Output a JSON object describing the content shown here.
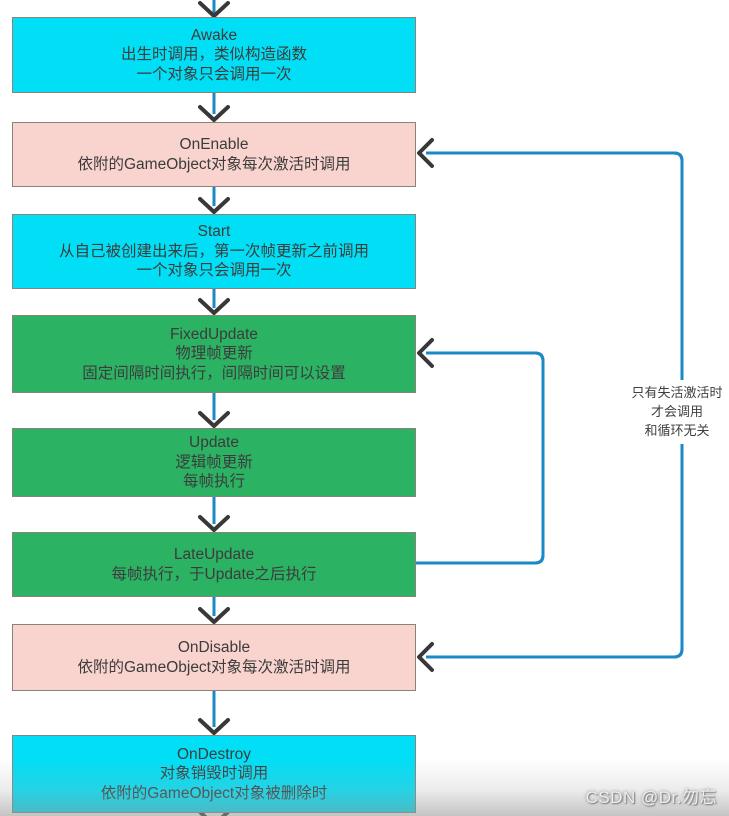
{
  "diagram": {
    "boxes": [
      {
        "id": "awake",
        "title": "Awake",
        "bg": "#00dff6",
        "desc": [
          "出生时调用，类似构造函数",
          "一个对象只会调用一次"
        ]
      },
      {
        "id": "onenable",
        "title": "OnEnable",
        "bg": "#f9d3ce",
        "desc": [
          "依附的GameObject对象每次激活时调用"
        ]
      },
      {
        "id": "start",
        "title": "Start",
        "bg": "#00dff6",
        "desc": [
          "从自己被创建出来后，第一次帧更新之前调用",
          "一个对象只会调用一次"
        ]
      },
      {
        "id": "fixedupdate",
        "title": "FixedUpdate",
        "bg": "#2bb263",
        "desc": [
          "物理帧更新",
          "固定间隔时间执行，间隔时间可以设置"
        ]
      },
      {
        "id": "update",
        "title": "Update",
        "bg": "#2bb263",
        "desc": [
          "逻辑帧更新",
          "每帧执行"
        ]
      },
      {
        "id": "lateupdate",
        "title": "LateUpdate",
        "bg": "#2bb263",
        "desc": [
          "每帧执行，于Update之后执行"
        ]
      },
      {
        "id": "ondisable",
        "title": "OnDisable",
        "bg": "#f9d3ce",
        "desc": [
          "依附的GameObject对象每次激活时调用"
        ]
      },
      {
        "id": "ondestroy",
        "title": "OnDestroy",
        "bg": "#00dff6",
        "desc": [
          "对象销毁时调用",
          "依附的GameObject对象被删除时"
        ]
      }
    ],
    "annotation": {
      "lines": [
        "只有失活激活时",
        "才会调用",
        "和循环无关"
      ]
    },
    "watermark": "CSDN @Dr.勿忘",
    "colors": {
      "cyan_box": "#00dff6",
      "green_box": "#2bb263",
      "pink_box": "#f9d3ce",
      "box_border": "#8b8279",
      "flow_line": "#1a89c5",
      "flow_line_core": "#8ed8ef",
      "arrowhead": "#383838",
      "text": "#3c3c3c"
    }
  }
}
